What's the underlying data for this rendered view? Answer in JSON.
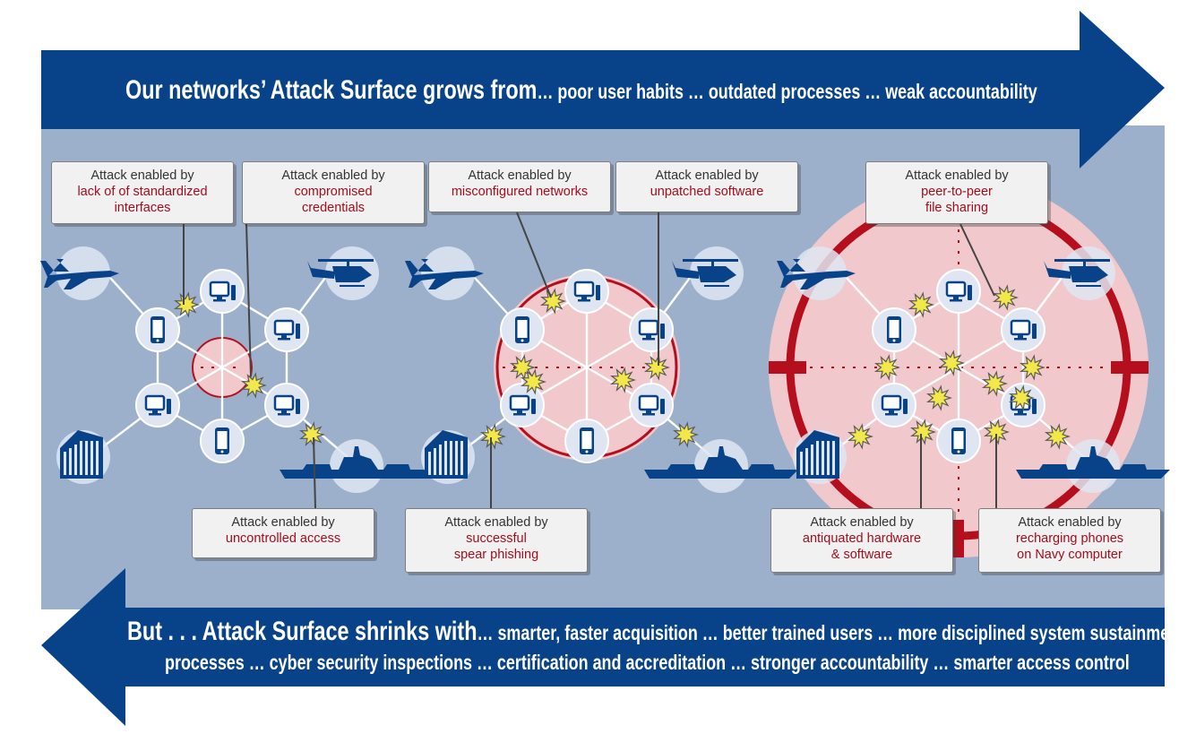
{
  "top_banner": {
    "lead": "Our networks’ Attack Surface grows from",
    "rest": "… poor user habits … outdated processes … weak accountability"
  },
  "bottom_banner": {
    "line1_lead": "But . . . Attack Surface shrinks with",
    "line1_rest": "… smarter, faster acquisition … better trained users … more disciplined system sustainment",
    "line2": "processes … cyber security inspections … certification and accreditation … stronger accountability … smarter access control"
  },
  "callouts": [
    {
      "lead": "Attack enabled by",
      "red": [
        "lack of of standardized",
        "interfaces"
      ]
    },
    {
      "lead": "Attack enabled by",
      "red": [
        "compromised",
        "credentials"
      ]
    },
    {
      "lead": "Attack enabled by",
      "red": [
        "misconfigured networks"
      ]
    },
    {
      "lead": "Attack enabled by",
      "red": [
        "unpatched software"
      ]
    },
    {
      "lead": "Attack enabled by",
      "red": [
        "peer-to-peer",
        "file sharing"
      ]
    },
    {
      "lead": "Attack enabled by",
      "red": [
        "uncontrolled access"
      ]
    },
    {
      "lead": "Attack enabled by",
      "red": [
        "successful",
        "spear phishing"
      ]
    },
    {
      "lead": "Attack enabled by",
      "red": [
        "antiquated hardware",
        "& software"
      ]
    },
    {
      "lead": "Attack enabled by",
      "red": [
        "recharging phones",
        "on Navy computer"
      ]
    }
  ],
  "colors": {
    "banner": "#08438a",
    "panel": "#9cb0cc",
    "target_red": "#b50f1e",
    "target_fill": "#f6c9cb",
    "node_fill": "#dfe6f1",
    "burst": "#f3e84a"
  },
  "icons": [
    "fighter-jet-icon",
    "helicopter-icon",
    "warship-icon",
    "building-icon",
    "computer-icon",
    "phone-icon",
    "attack-burst-icon",
    "crosshair-target-icon"
  ]
}
